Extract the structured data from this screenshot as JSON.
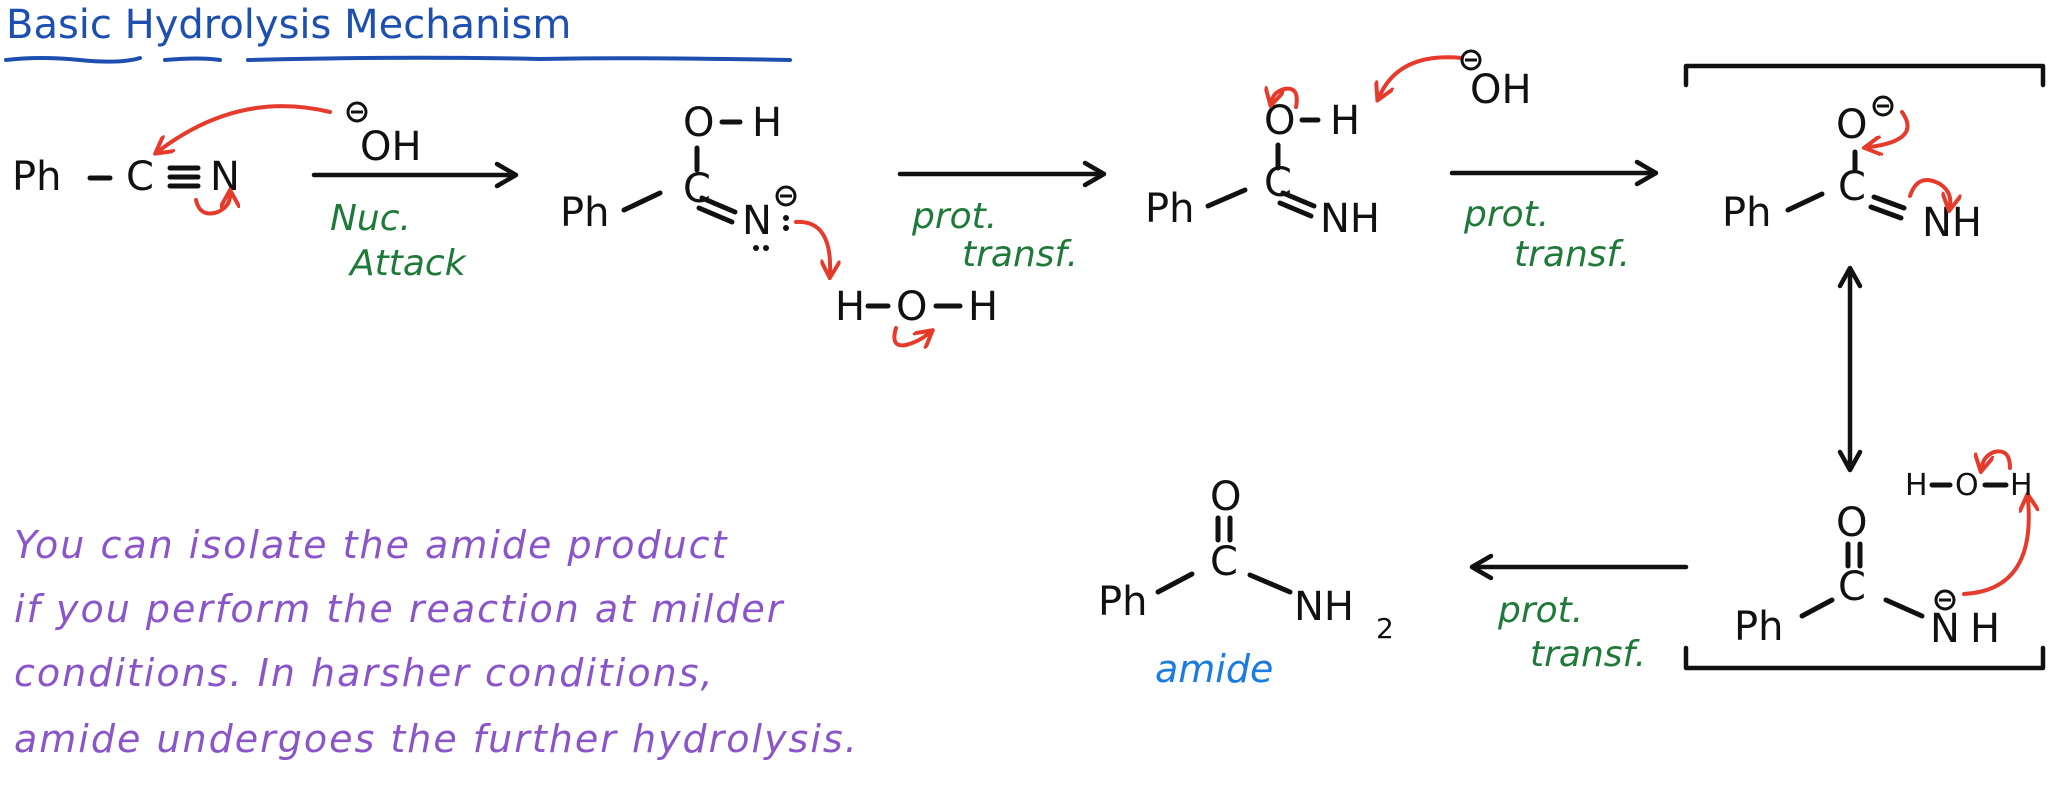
{
  "title": {
    "text": "Basic Hydrolysis Mechanism",
    "color": "#1d4fb0"
  },
  "colors": {
    "structure": "#111111",
    "electron_arrows": "#e53b2c",
    "step_labels": "#1f7a3a",
    "product_label": "#1a7be0",
    "note": "#8a55c9"
  },
  "steps": [
    {
      "id": "nitrile",
      "atoms": {
        "ph": "Ph",
        "bond": "–",
        "c": "C",
        "triple": "≡",
        "n": "N"
      },
      "reagent": {
        "text": "OH",
        "charge": "−"
      },
      "arrow_label": [
        "Nuc.",
        "Attack"
      ]
    },
    {
      "id": "imidate-anion",
      "atoms": {
        "ph": "Ph",
        "c": "C",
        "o": "O",
        "h": "H",
        "n": "N",
        "charge": "−"
      },
      "water": {
        "h1": "H",
        "o": "O",
        "h2": "H"
      },
      "arrow_label": [
        "prot.",
        "transf."
      ]
    },
    {
      "id": "imidic-acid",
      "atoms": {
        "ph": "Ph",
        "c": "C",
        "o": "O",
        "h": "H",
        "nh": "NH"
      },
      "reagent": {
        "text": "OH",
        "charge": "−"
      },
      "arrow_label": [
        "prot.",
        "transf."
      ]
    },
    {
      "id": "resonance-top",
      "atoms": {
        "ph": "Ph",
        "c": "C",
        "o": "O",
        "nh": "NH",
        "charge": "−"
      }
    },
    {
      "id": "resonance-bottom",
      "atoms": {
        "ph": "Ph",
        "c": "C",
        "o": "O",
        "n": "N",
        "h": "H",
        "charge": "−"
      },
      "water": {
        "h1": "H",
        "o": "O",
        "h2": "H"
      },
      "arrow_label": [
        "prot.",
        "transf."
      ]
    },
    {
      "id": "amide",
      "atoms": {
        "ph": "Ph",
        "c": "C",
        "o": "O",
        "nh": "NH",
        "sub": "2"
      },
      "label": "amide"
    }
  ],
  "note": {
    "lines": [
      "You can isolate the amide product",
      "if you perform the reaction at milder",
      "conditions. In harsher conditions,",
      "amide undergoes the further hydrolysis."
    ]
  }
}
